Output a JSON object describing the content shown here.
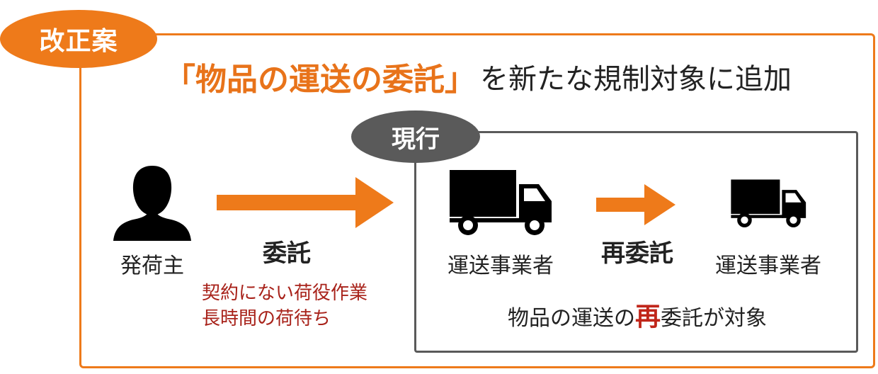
{
  "proposal_badge": "改正案",
  "headline": {
    "highlight": "「物品の運送の委託」",
    "rest": "を新たな規制対象に追加"
  },
  "current_badge": "現行",
  "shipper_label": "発荷主",
  "consign_label": "委託",
  "issues": [
    "契約にない荷役作業",
    "長時間の荷待ち"
  ],
  "carrier_left_label": "運送事業者",
  "reconsign_label": "再委託",
  "carrier_right_label": "運送事業者",
  "scope_note": {
    "before": "物品の運送の",
    "emphasis": "再",
    "after": "委託が対象"
  },
  "colors": {
    "orange": "#EE7A1A",
    "gray": "#5a5a5a",
    "dark_red": "#A8221A"
  },
  "icons": [
    "person-silhouette-icon",
    "truck-icon",
    "arrow-right-icon"
  ]
}
